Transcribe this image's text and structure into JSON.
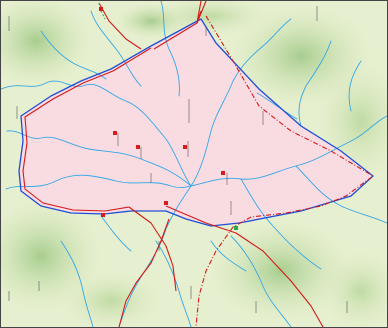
{
  "map": {
    "type": "topographic-administrative-map",
    "colors": {
      "terrain_low": "#e6efcf",
      "terrain_mid": "#cfe3b1",
      "terrain_high": "#a9cf8f",
      "region_fill": "#f8dce2",
      "boundary_blue": "#1f4fd6",
      "boundary_red": "#d41a1a",
      "road_red": "#e0302a",
      "rivers": "#35a7e6",
      "poi_marker": "#d61c1c",
      "poi_marker_green": "#2aa845"
    },
    "labels": [
      {
        "id": "label-1",
        "text": ""
      },
      {
        "id": "label-2",
        "text": ""
      },
      {
        "id": "label-3",
        "text": ""
      },
      {
        "id": "label-4",
        "text": ""
      },
      {
        "id": "label-5",
        "text": ""
      },
      {
        "id": "label-6",
        "text": ""
      }
    ]
  }
}
